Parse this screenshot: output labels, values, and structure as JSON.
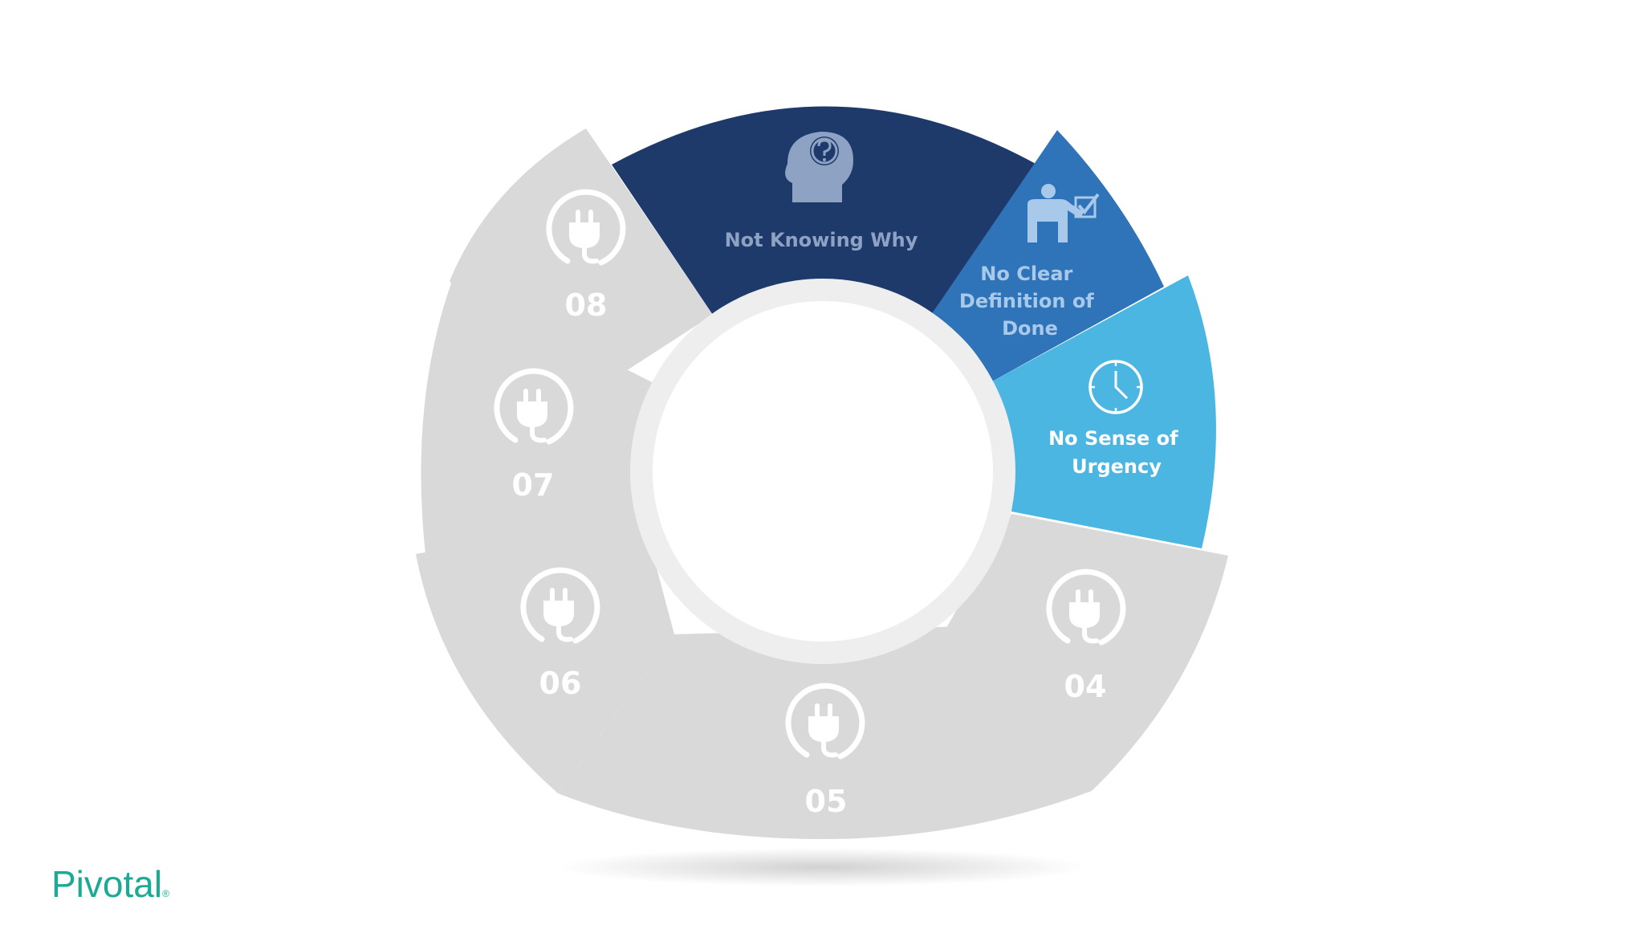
{
  "colors": {
    "segment_1": "#1e3a6b",
    "segment_2": "#2f73b9",
    "segment_3": "#4cb6e3",
    "inactive": "#d9d9d9",
    "segment_1_text": "#8ea2c4",
    "segment_2_text": "#a9c9ea",
    "segment_3_text": "#ffffff",
    "brand": "#1aaa95"
  },
  "segments": [
    {
      "label_lines": [
        "Not Knowing Why"
      ],
      "icon": "head-question-icon"
    },
    {
      "label_lines": [
        "No Clear",
        "Definition of",
        "Done"
      ],
      "icon": "person-checkbox-icon"
    },
    {
      "label_lines": [
        "No Sense of",
        "Urgency"
      ],
      "icon": "clock-icon"
    }
  ],
  "numbered_items": [
    {
      "number": "04",
      "icon": "plug-icon"
    },
    {
      "number": "05",
      "icon": "plug-icon"
    },
    {
      "number": "06",
      "icon": "plug-icon"
    },
    {
      "number": "07",
      "icon": "plug-icon"
    },
    {
      "number": "08",
      "icon": "plug-icon"
    }
  ],
  "logo": {
    "text": "Pivotal",
    "mark": "®"
  }
}
